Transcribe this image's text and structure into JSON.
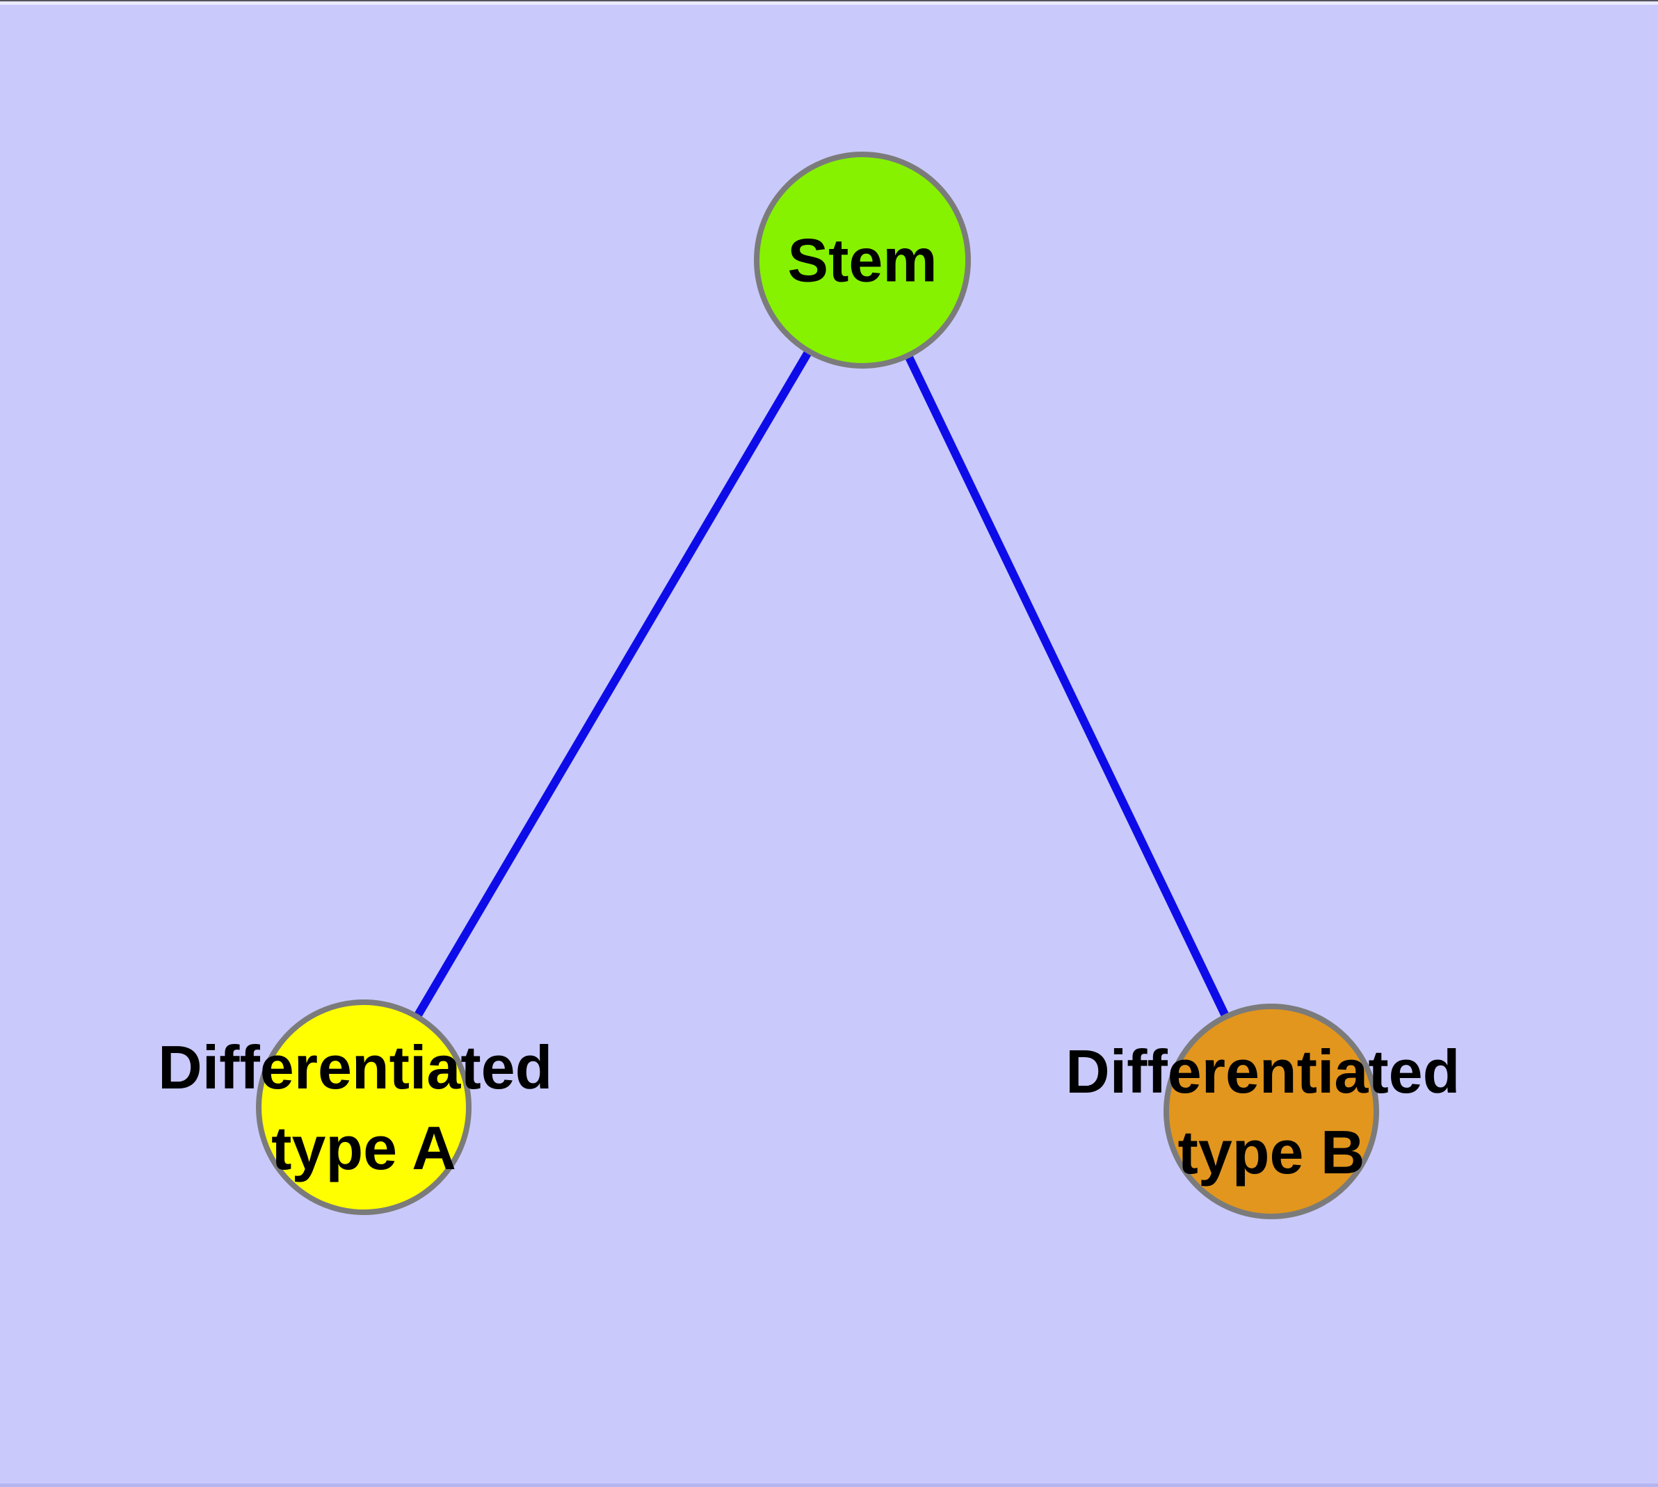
{
  "diagram": {
    "background_color": "#c9c9fb",
    "edge_color": "#0d0ce9",
    "node_border_color": "#7b7b7b",
    "label_color": "#000000",
    "top_edge_line_color": "#54545c",
    "top_edge_strip_color": "#eaeaff",
    "bottom_edge_strip_color": "#b5b5f0",
    "nodes": [
      {
        "id": "stem",
        "label": "Stem",
        "color": "#86f200"
      },
      {
        "id": "differentiated-type-a",
        "label": "Differentiated type A",
        "label_line1": "Differentiated",
        "label_line2": "type A",
        "color": "#ffff00"
      },
      {
        "id": "differentiated-type-b",
        "label": "Differentiated type B",
        "label_line1": "Differentiated",
        "label_line2": "type B",
        "color": "#e2961d"
      }
    ],
    "edges": [
      {
        "from": "stem",
        "to": "differentiated-type-a"
      },
      {
        "from": "stem",
        "to": "differentiated-type-b"
      }
    ]
  }
}
